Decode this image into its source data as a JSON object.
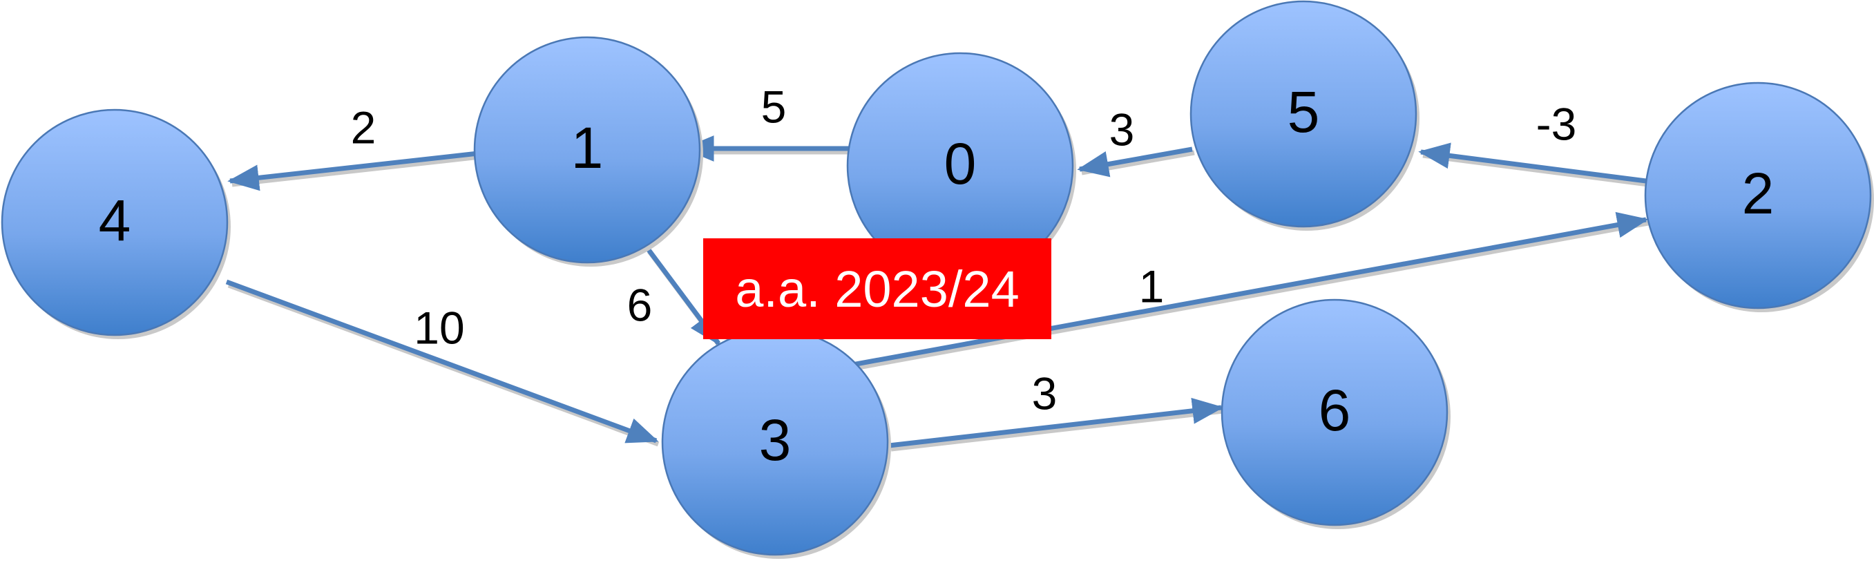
{
  "banner": {
    "text": "a.a. 2023/24",
    "color": "#ff0000"
  },
  "graph": {
    "node_fill_top": "#9ec3ff",
    "node_fill_bottom": "#3f7fcc",
    "node_stroke": "#4a78b5",
    "edge_color": "#4f81bd",
    "nodes": [
      {
        "id": "0",
        "label": "0"
      },
      {
        "id": "1",
        "label": "1"
      },
      {
        "id": "2",
        "label": "2"
      },
      {
        "id": "3",
        "label": "3"
      },
      {
        "id": "4",
        "label": "4"
      },
      {
        "id": "5",
        "label": "5"
      },
      {
        "id": "6",
        "label": "6"
      }
    ],
    "edges": [
      {
        "from": "1",
        "to": "4",
        "weight": "2"
      },
      {
        "from": "0",
        "to": "1",
        "weight": "5"
      },
      {
        "from": "5",
        "to": "0",
        "weight": "3"
      },
      {
        "from": "2",
        "to": "5",
        "weight": "-3"
      },
      {
        "from": "1",
        "to": "3",
        "weight": "6"
      },
      {
        "from": "4",
        "to": "3",
        "weight": "10"
      },
      {
        "from": "3",
        "to": "2",
        "weight": "1"
      },
      {
        "from": "3",
        "to": "6",
        "weight": "3"
      }
    ]
  }
}
